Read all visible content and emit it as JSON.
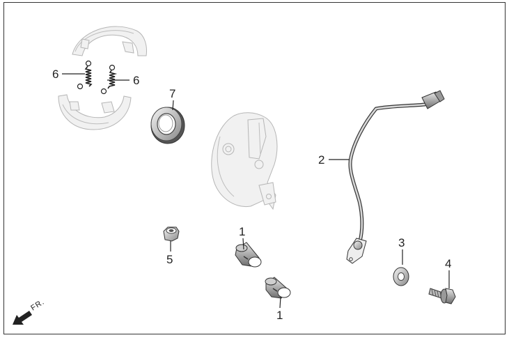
{
  "callouts": {
    "brake_shoe_spring_left": "6",
    "brake_shoe_spring_right": "6",
    "oil_seal": "7",
    "cable": "2",
    "cam_upper": "1",
    "cam_lower": "1",
    "nut": "5",
    "washer": "3",
    "bolt": "4"
  },
  "direction_label": "FR.",
  "icons": {
    "front_arrow": "arrow-down-left-icon"
  },
  "colors": {
    "outline": "#333333",
    "part_dark": "#6a6a6a",
    "part_light": "#d9d9d9",
    "ghost_part": "#f1f1f1"
  }
}
